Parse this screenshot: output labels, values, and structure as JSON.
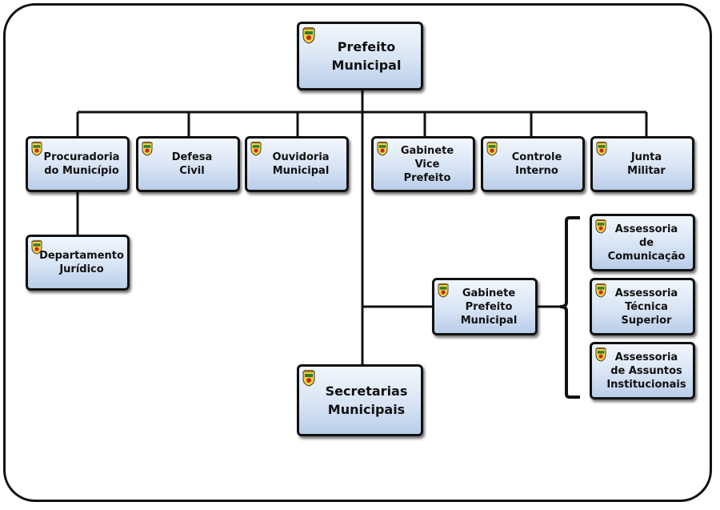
{
  "colors": {
    "node_fill_top": "#f2f6fc",
    "node_fill_bottom": "#b9cde9",
    "border": "#111111"
  },
  "icons": {
    "crest": "municipal-crest-icon"
  },
  "nodes": {
    "prefeito": {
      "label": "Prefeito\nMunicipal"
    },
    "procuradoria": {
      "label": "Procuradoria\ndo Município"
    },
    "defesa_civil": {
      "label": "Defesa\nCivil"
    },
    "ouvidoria": {
      "label": "Ouvidoria\nMunicipal"
    },
    "gabinete_vice": {
      "label": "Gabinete\nVice\nPrefeito"
    },
    "controle_interno": {
      "label": "Controle\nInterno"
    },
    "junta_militar": {
      "label": "Junta\nMilitar"
    },
    "departamento_juridico": {
      "label": "Departamento\nJurídico"
    },
    "gabinete_prefeito": {
      "label": "Gabinete\nPrefeito\nMunicipal"
    },
    "assessoria_comunicacao": {
      "label": "Assessoria\nde\nComunicação"
    },
    "assessoria_tecnica": {
      "label": "Assessoria\nTécnica\nSuperior"
    },
    "assessoria_institucionais": {
      "label": "Assessoria\nde Assuntos\nInstitucionais"
    },
    "secretarias": {
      "label": "Secretarias\nMunicipais"
    }
  }
}
